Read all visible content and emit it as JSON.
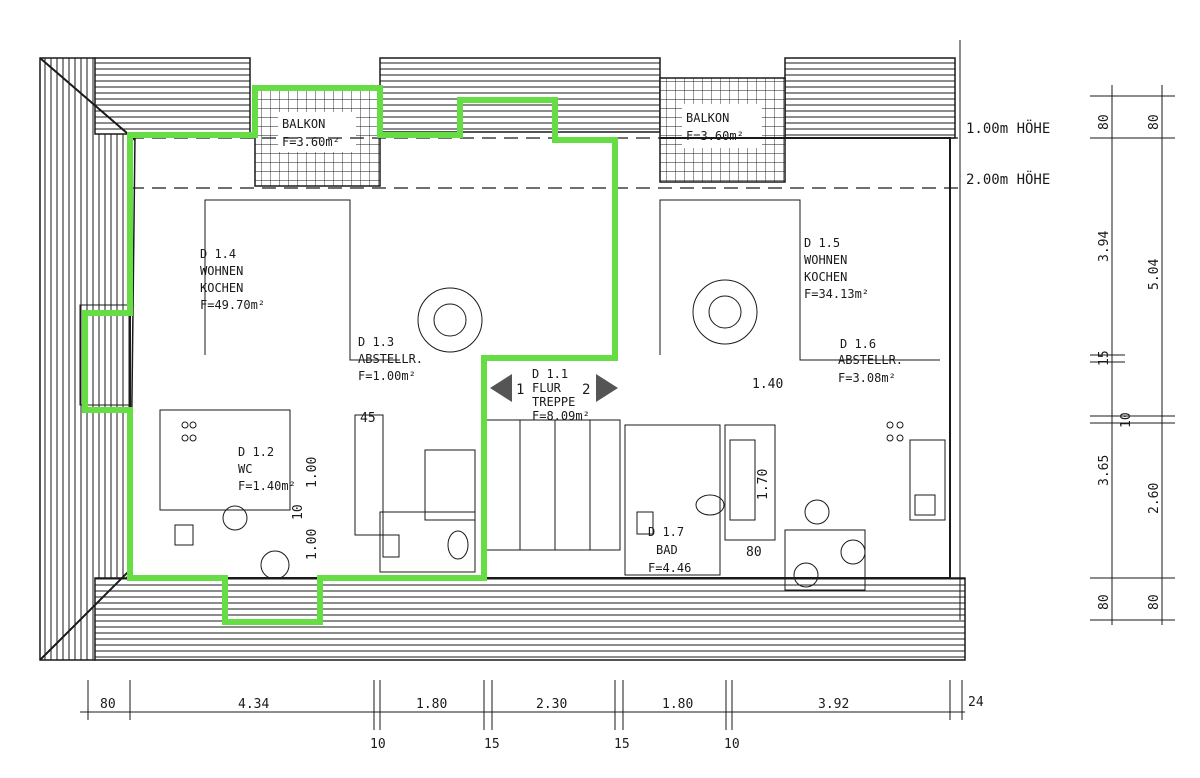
{
  "highlight_color": "#66dd44",
  "line_color": "#1a1a1a",
  "rooms": {
    "balkon_left": {
      "name": "BALKON",
      "area": "F=3.60m²"
    },
    "balkon_right": {
      "name": "BALKON",
      "area": "F=3.60m²"
    },
    "d14": {
      "id": "D 1.4",
      "line1": "WOHNEN",
      "line2": "KOCHEN",
      "area": "F=49.70m²"
    },
    "d15": {
      "id": "D 1.5",
      "line1": "WOHNEN",
      "line2": "KOCHEN",
      "area": "F=34.13m²"
    },
    "d13": {
      "id": "D 1.3",
      "line1": "ABSTELLR.",
      "area": "F=1.00m²"
    },
    "d11": {
      "id": "D 1.1",
      "line1": "FLUR",
      "line2": "TREPPE",
      "area": "F=8.09m²"
    },
    "d16": {
      "id": "D 1.6",
      "line1": "ABSTELLR.",
      "area": "F=3.08m²"
    },
    "d12": {
      "id": "D 1.2",
      "line1": "WC",
      "area": "F=1.40m²"
    },
    "d17": {
      "id": "D 1.7",
      "line1": "BAD",
      "area": "F=4.46"
    }
  },
  "height_lines": {
    "h1": "1.00m HÖHE",
    "h2": "2.00m HÖHE"
  },
  "stair_marks": {
    "left": "1",
    "right": "2"
  },
  "inner_dims": {
    "d45": "45",
    "d100a": "1.00",
    "d10": "10",
    "d100b": "1.00",
    "d140": "1.40",
    "d170": "1.70",
    "d80": "80"
  },
  "bottom_dims": {
    "top_row": [
      "80",
      "4.34",
      "1.80",
      "2.30",
      "1.80",
      "3.92",
      "24"
    ],
    "bottom_row": [
      "10",
      "15",
      "15",
      "10"
    ]
  },
  "right_dims": {
    "col1": [
      "80",
      "3.94",
      "15",
      "10",
      "3.65",
      "80"
    ],
    "col2": [
      "80",
      "5.04",
      "2.60",
      "80"
    ]
  }
}
